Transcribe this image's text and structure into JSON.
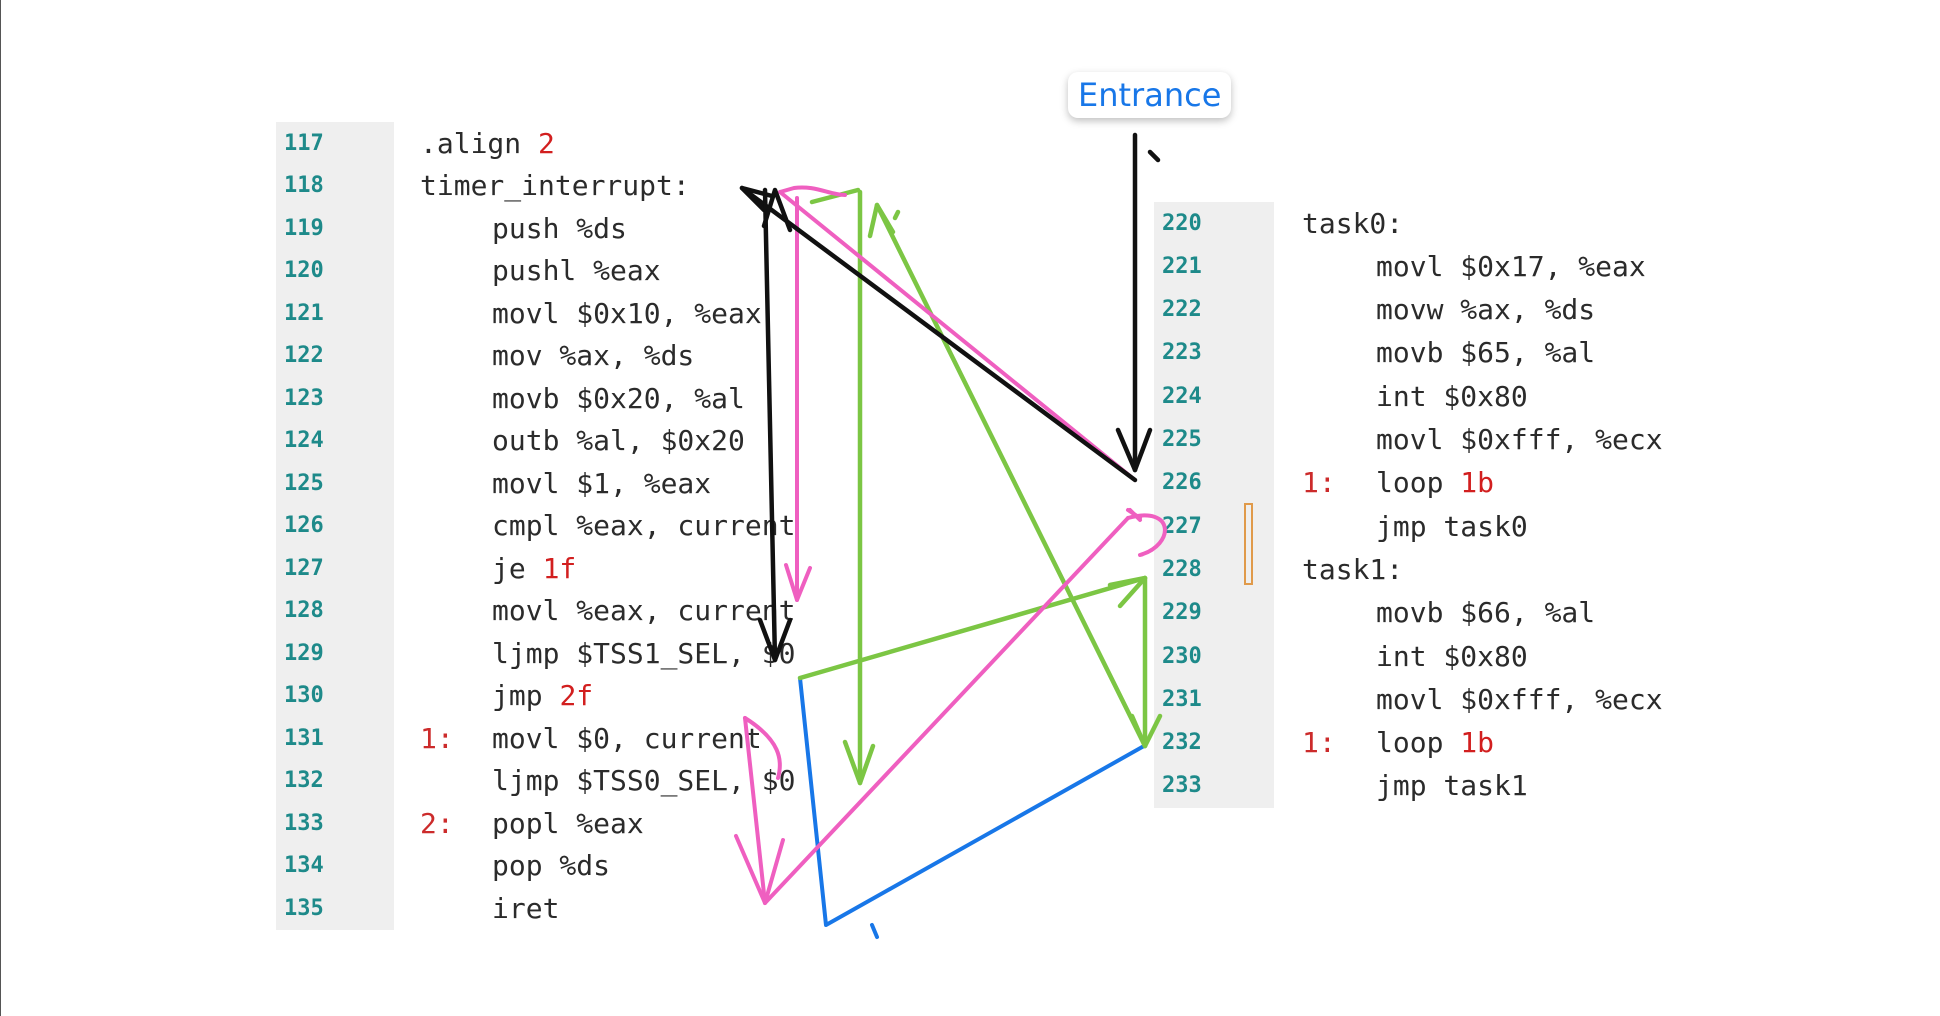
{
  "left_code": [
    {
      "ln": "117",
      "label": "",
      "code": ".align ",
      "arg": "2",
      "indent": 0
    },
    {
      "ln": "118",
      "label": "",
      "code": "timer_interrupt:",
      "arg": "",
      "indent": 0
    },
    {
      "ln": "119",
      "label": "",
      "code": "push %ds",
      "arg": "",
      "indent": 1
    },
    {
      "ln": "120",
      "label": "",
      "code": "pushl %eax",
      "arg": "",
      "indent": 1
    },
    {
      "ln": "121",
      "label": "",
      "code": "movl $0x10, %eax",
      "arg": "",
      "indent": 1
    },
    {
      "ln": "122",
      "label": "",
      "code": "mov %ax, %ds",
      "arg": "",
      "indent": 1
    },
    {
      "ln": "123",
      "label": "",
      "code": "movb $0x20, %al",
      "arg": "",
      "indent": 1
    },
    {
      "ln": "124",
      "label": "",
      "code": "outb %al, $0x20",
      "arg": "",
      "indent": 1
    },
    {
      "ln": "125",
      "label": "",
      "code": "movl $1, %eax",
      "arg": "",
      "indent": 1
    },
    {
      "ln": "126",
      "label": "",
      "code": "cmpl %eax, current",
      "arg": "",
      "indent": 1
    },
    {
      "ln": "127",
      "label": "",
      "code": "je ",
      "arg": "1f",
      "indent": 1
    },
    {
      "ln": "128",
      "label": "",
      "code": "movl %eax, current",
      "arg": "",
      "indent": 1
    },
    {
      "ln": "129",
      "label": "",
      "code": "ljmp $TSS1_SEL, $0",
      "arg": "",
      "indent": 1
    },
    {
      "ln": "130",
      "label": "",
      "code": "jmp ",
      "arg": "2f",
      "indent": 1
    },
    {
      "ln": "131",
      "label": "1:",
      "code": "movl $0, current",
      "arg": "",
      "indent": 1
    },
    {
      "ln": "132",
      "label": "",
      "code": "ljmp $TSS0_SEL, $0",
      "arg": "",
      "indent": 1
    },
    {
      "ln": "133",
      "label": "2:",
      "code": "popl %eax",
      "arg": "",
      "indent": 1
    },
    {
      "ln": "134",
      "label": "",
      "code": "pop %ds",
      "arg": "",
      "indent": 1
    },
    {
      "ln": "135",
      "label": "",
      "code": "iret",
      "arg": "",
      "indent": 1
    }
  ],
  "right_code": [
    {
      "ln": "220",
      "label": "",
      "code": "task0:",
      "arg": "",
      "indent": 0
    },
    {
      "ln": "221",
      "label": "",
      "code": "movl $0x17, %eax",
      "arg": "",
      "indent": 1
    },
    {
      "ln": "222",
      "label": "",
      "code": "movw %ax, %ds",
      "arg": "",
      "indent": 1
    },
    {
      "ln": "223",
      "label": "",
      "code": "movb $65, %al",
      "arg": "",
      "indent": 1
    },
    {
      "ln": "224",
      "label": "",
      "code": "int $0x80",
      "arg": "",
      "indent": 1
    },
    {
      "ln": "225",
      "label": "",
      "code": "movl $0xfff, %ecx",
      "arg": "",
      "indent": 1
    },
    {
      "ln": "226",
      "label": "1:",
      "code": "loop ",
      "arg": "1b",
      "indent": 1
    },
    {
      "ln": "227",
      "label": "",
      "code": "jmp task0",
      "arg": "",
      "indent": 1
    },
    {
      "ln": "228",
      "label": "",
      "code": "task1:",
      "arg": "",
      "indent": 0
    },
    {
      "ln": "229",
      "label": "",
      "code": "movb $66, %al",
      "arg": "",
      "indent": 1
    },
    {
      "ln": "230",
      "label": "",
      "code": "int $0x80",
      "arg": "",
      "indent": 1
    },
    {
      "ln": "231",
      "label": "",
      "code": "movl $0xfff, %ecx",
      "arg": "",
      "indent": 1
    },
    {
      "ln": "232",
      "label": "1:",
      "code": "loop ",
      "arg": "1b",
      "indent": 1
    },
    {
      "ln": "233",
      "label": "",
      "code": "jmp task1",
      "arg": "",
      "indent": 1
    }
  ],
  "entrance_label": "Entrance",
  "colors": {
    "black_arrows": "#111111",
    "pink_path": "#ef5fc0",
    "green_path": "#7cc644",
    "blue_path": "#1877e8",
    "entrance_text": "#1877e8",
    "line_number": "#1e8a8a",
    "label_red": "#cc2b2b"
  }
}
